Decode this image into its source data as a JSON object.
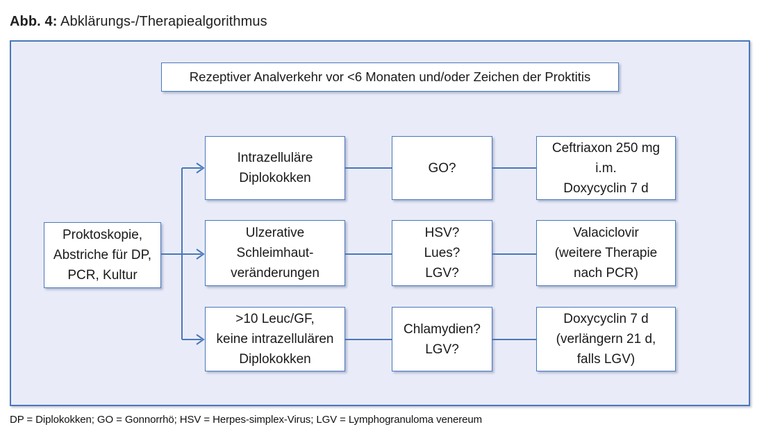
{
  "figure": {
    "label": "Abb. 4:",
    "title": "Abklärungs-/Therapiealgorithmus"
  },
  "diagram": {
    "condition_box": "Rezeptiver Analverkehr vor <6 Monaten und/oder Zeichen der Proktitis",
    "start_box": "Proktoskopie,\nAbstriche für DP,\nPCR, Kultur",
    "rows": [
      {
        "finding": "Intrazelluläre\nDiplokokken",
        "question": "GO?",
        "therapy": "Ceftriaxon 250 mg\ni.m.\nDoxycyclin 7 d"
      },
      {
        "finding": "Ulzerative\nSchleimhaut-\nveränderungen",
        "question": "HSV?\nLues?\nLGV?",
        "therapy": "Valaciclovir\n(weitere Therapie\nnach PCR)"
      },
      {
        "finding": ">10 Leuc/GF,\nkeine intrazellulären\nDiplokokken",
        "question": "Chlamydien?\nLGV?",
        "therapy": "Doxycyclin 7 d\n(verlängern 21 d,\nfalls LGV)"
      }
    ]
  },
  "legend": "DP = Diplokokken; GO = Gonnorrhö; HSV = Herpes-simplex-Virus; LGV = Lymphogranuloma venereum",
  "colors": {
    "accent": "#4a77b8",
    "panel_bg": "#e9ecf8",
    "box_bg": "#ffffff",
    "text": "#1a1a1a"
  }
}
